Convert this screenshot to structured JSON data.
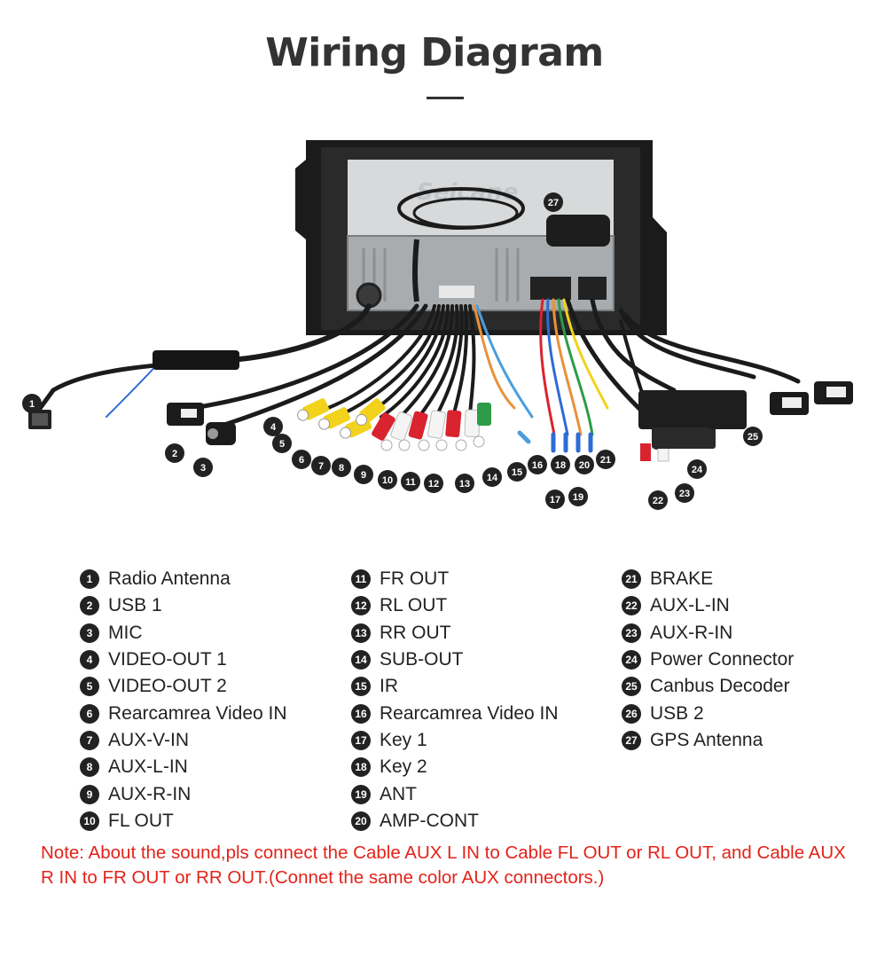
{
  "title": "Wiring Diagram",
  "watermark": "Seicane",
  "legend": [
    {
      "num": "1",
      "label": "Radio Antenna"
    },
    {
      "num": "2",
      "label": "USB 1"
    },
    {
      "num": "3",
      "label": "MIC"
    },
    {
      "num": "4",
      "label": "VIDEO-OUT 1"
    },
    {
      "num": "5",
      "label": "VIDEO-OUT 2"
    },
    {
      "num": "6",
      "label": "Rearcamrea Video IN"
    },
    {
      "num": "7",
      "label": "AUX-V-IN"
    },
    {
      "num": "8",
      "label": "AUX-L-IN"
    },
    {
      "num": "9",
      "label": "AUX-R-IN"
    },
    {
      "num": "10",
      "label": "FL OUT"
    },
    {
      "num": "11",
      "label": "FR OUT"
    },
    {
      "num": "12",
      "label": "RL OUT"
    },
    {
      "num": "13",
      "label": "RR OUT"
    },
    {
      "num": "14",
      "label": "SUB-OUT"
    },
    {
      "num": "15",
      "label": "IR"
    },
    {
      "num": "16",
      "label": "Rearcamrea Video IN"
    },
    {
      "num": "17",
      "label": "Key 1"
    },
    {
      "num": "18",
      "label": "Key 2"
    },
    {
      "num": "19",
      "label": "ANT"
    },
    {
      "num": "20",
      "label": "AMP-CONT"
    },
    {
      "num": "21",
      "label": "BRAKE"
    },
    {
      "num": "22",
      "label": "AUX-L-IN"
    },
    {
      "num": "23",
      "label": "AUX-R-IN"
    },
    {
      "num": "24",
      "label": "Power Connector"
    },
    {
      "num": "25",
      "label": "Canbus Decoder"
    },
    {
      "num": "26",
      "label": "USB 2"
    },
    {
      "num": "27",
      "label": "GPS Antenna"
    }
  ],
  "note": "Note: About the sound,pls connect the Cable AUX L IN to Cable FL OUT or RL OUT, and Cable AUX R IN to FR OUT or RR OUT.(Connet the same color AUX connectors.)",
  "colors": {
    "title": "#333333",
    "note": "#e3231a",
    "badge": "#222222",
    "rca_yellow": "#f2d21b",
    "rca_red": "#d9232e",
    "rca_white": "#f4f4f4",
    "rca_green": "#2e9b48"
  }
}
